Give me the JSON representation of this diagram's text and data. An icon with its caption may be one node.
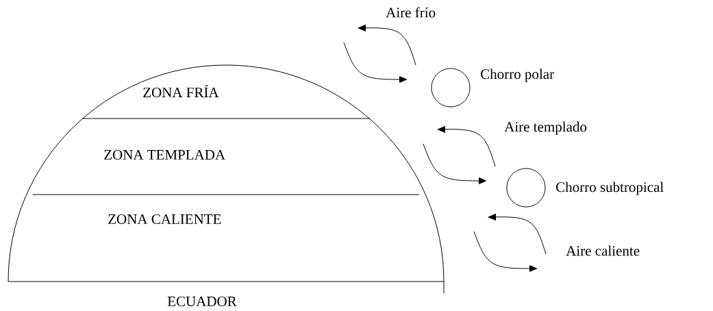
{
  "diagram": {
    "nodes": [
      {
        "text": [
          "ZONA FRÍA",
          "ZONA TEMPLADA",
          "ZONA CALIENTE"
        ]
      },
      {
        "text": [],
        "shape": "circle",
        "beside": [
          "Chorro polar"
        ]
      },
      {
        "text": [],
        "shape": "circle",
        "beside": [
          "Chorro subtropical"
        ]
      }
    ],
    "labels": [
      "Aire frío",
      "Aire templado",
      "Aire caliente",
      "ECUADOR"
    ]
  }
}
